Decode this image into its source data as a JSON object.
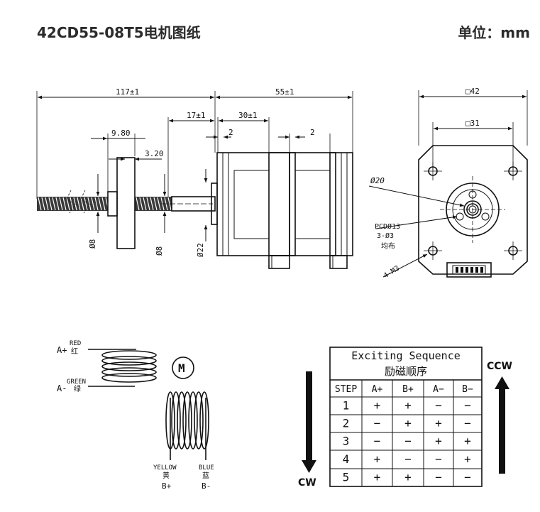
{
  "header": {
    "title": "42CD55-08T5电机图纸",
    "unit": "单位：mm"
  },
  "side_view": {
    "dim_total": "117±1",
    "dim_body": "55±1",
    "dim_shaft": "17±1",
    "dim_30": "30±1",
    "dim_2a": "2",
    "dim_2b": "2",
    "dim_980": "9.80",
    "dim_320": "3.20",
    "dia_8a": "Ø8",
    "dia_8b": "Ø8",
    "dia_22": "Ø22"
  },
  "front_view": {
    "sq42": "□42",
    "sq31": "□31",
    "dia20": "Ø20",
    "pcd1": "PCDØ13",
    "pcd2": "3-Ø3",
    "pcd3": "均布",
    "m3": "4-M3"
  },
  "wiring": {
    "a_plus": "A+",
    "red": "RED",
    "red_cn": "红",
    "a_minus": "A-",
    "green": "GREEN",
    "green_cn": "绿",
    "motor": "M",
    "yellow": "YELLOW",
    "yellow_cn": "黄",
    "b_plus": "B+",
    "blue": "BLUE",
    "blue_cn": "蓝",
    "b_minus": "B-"
  },
  "sequence": {
    "title_en": "Exciting Sequence",
    "title_cn": "励磁顺序",
    "columns": [
      "STEP",
      "A+",
      "B+",
      "A−",
      "B−"
    ],
    "rows": [
      [
        "1",
        "+",
        "+",
        "−",
        "−"
      ],
      [
        "2",
        "−",
        "+",
        "+",
        "−"
      ],
      [
        "3",
        "−",
        "−",
        "+",
        "+"
      ],
      [
        "4",
        "+",
        "−",
        "−",
        "+"
      ],
      [
        "5",
        "+",
        "+",
        "−",
        "−"
      ]
    ],
    "cw": "CW",
    "ccw": "CCW"
  }
}
